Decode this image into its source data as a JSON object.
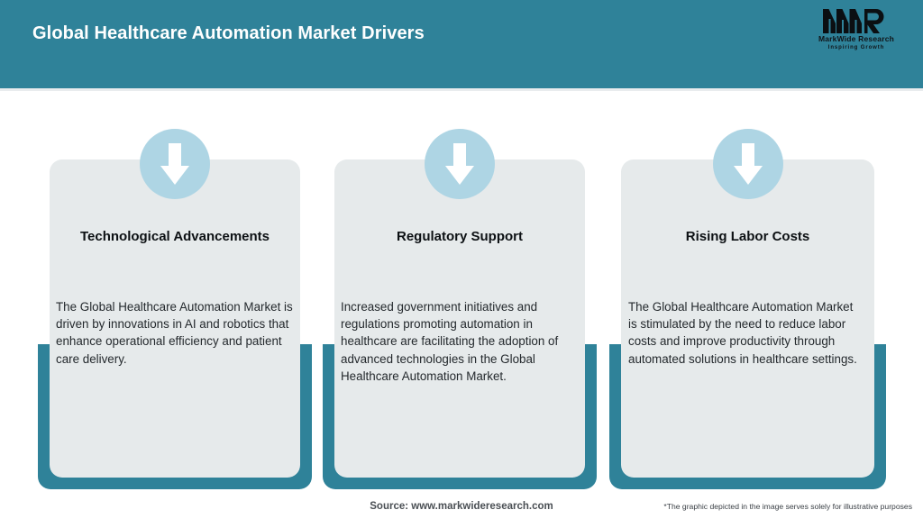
{
  "header": {
    "title": "Global Healthcare Automation Market Drivers",
    "bar_color": "#2f8299",
    "title_color": "#ffffff"
  },
  "logo": {
    "mark": "MWR",
    "name": "MarkWide Research",
    "tagline": "Inspiring Growth"
  },
  "cards": [
    {
      "icon": "down-arrow-icon",
      "title": "Technological Advancements",
      "body": "The Global Healthcare Automation Market is driven by innovations in AI and robotics that enhance operational efficiency and patient care delivery."
    },
    {
      "icon": "down-arrow-icon",
      "title": "Regulatory Support",
      "body": "Increased government initiatives and regulations promoting automation in healthcare are facilitating the adoption of advanced technologies in the Global Healthcare Automation Market."
    },
    {
      "icon": "down-arrow-icon",
      "title": "Rising Labor Costs",
      "body": "The Global Healthcare Automation Market is stimulated by the need to reduce labor costs and improve productivity through automated solutions in healthcare settings."
    }
  ],
  "footer": {
    "source": "Source: www.markwideresearch.com",
    "note": "*The graphic depicted in the image serves solely for illustrative purposes"
  },
  "colors": {
    "teal": "#2f8299",
    "card_fill": "#e6eaeb",
    "circle_fill": "#aed5e4",
    "arrow_fill": "#ffffff",
    "page_bg": "#ffffff"
  }
}
